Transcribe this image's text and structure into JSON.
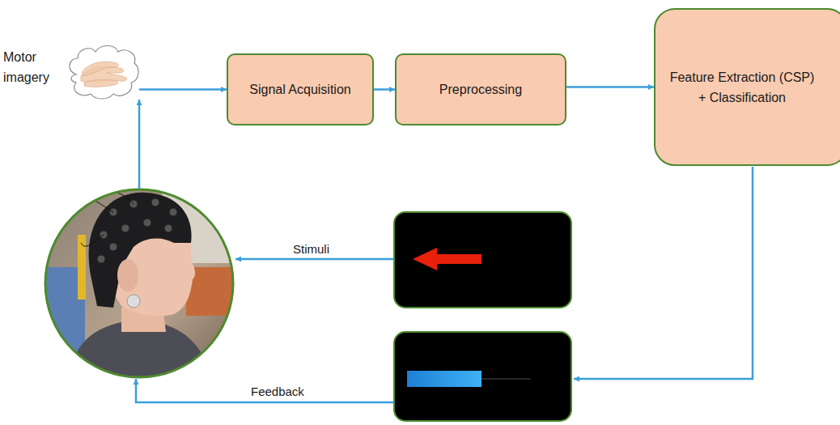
{
  "diagram": {
    "nodes": [
      {
        "text": [
          "Motor imagery"
        ]
      },
      {
        "text": [
          "Signal Acquisition"
        ]
      },
      {
        "text": [
          "Preprocessing"
        ]
      },
      {
        "text": [
          "Feature Extraction (CSP) + Classification"
        ]
      }
    ],
    "edges": [
      {
        "from": 0,
        "to": 1,
        "arrow": "to"
      },
      {
        "from": 1,
        "to": 2,
        "arrow": "to"
      },
      {
        "from": 2,
        "to": 3,
        "arrow": "to"
      }
    ],
    "labels": [
      "Stimuli",
      "Feedback"
    ]
  }
}
